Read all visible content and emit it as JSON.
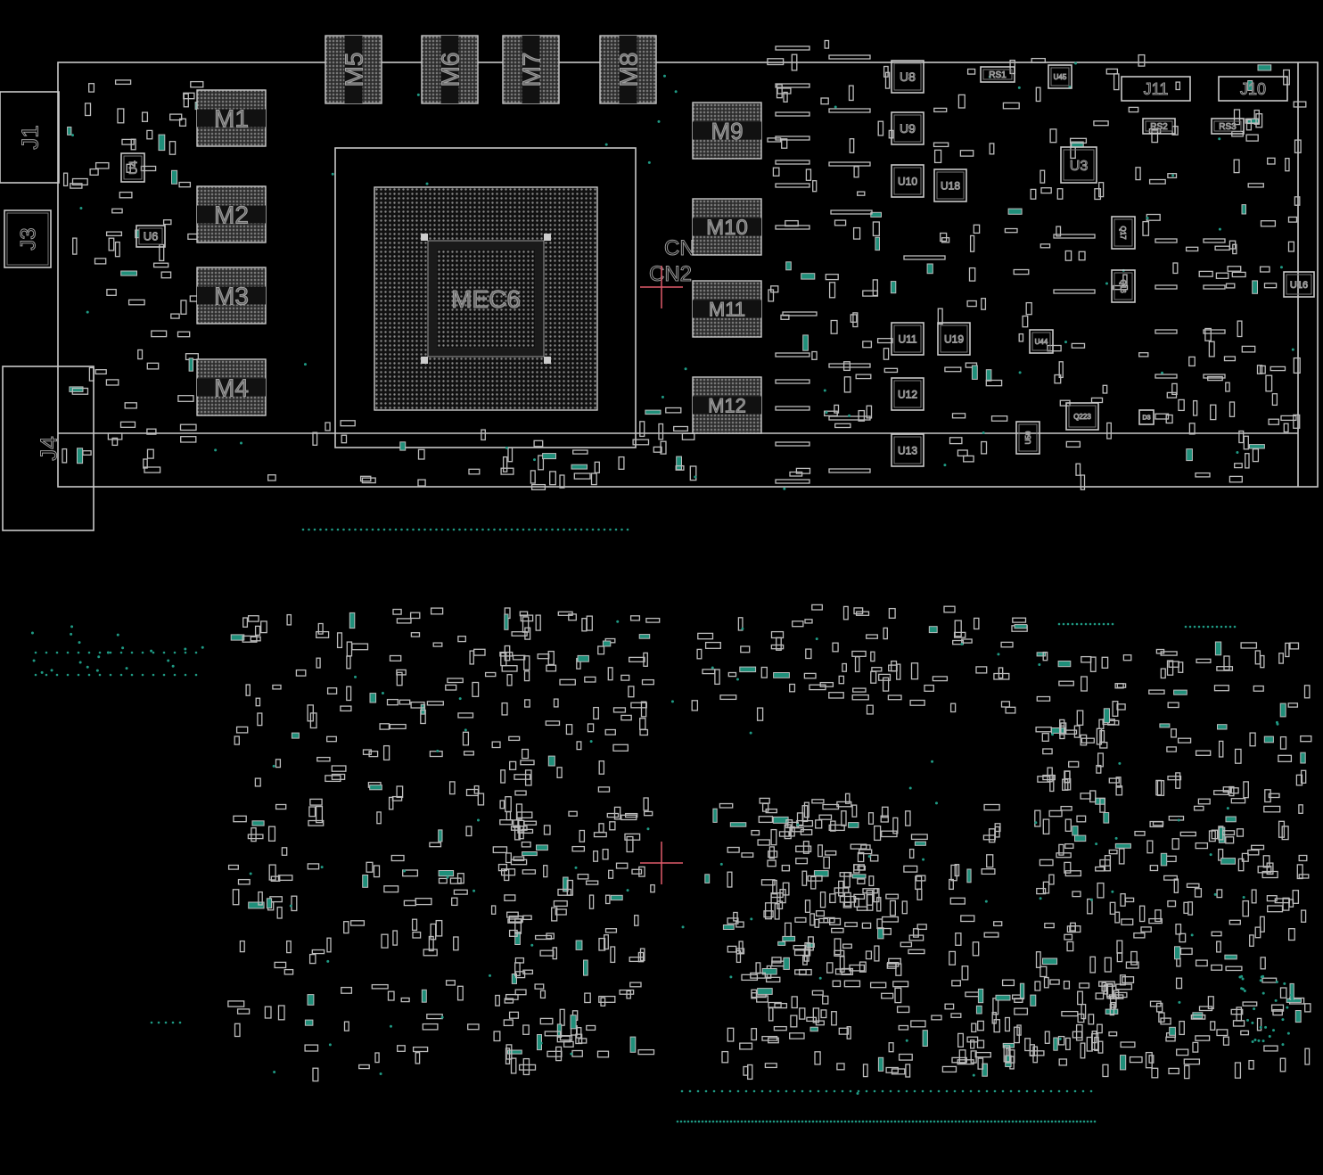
{
  "viewer": {
    "top_side": {
      "main_chip": "MEC6",
      "connectors": [
        "J1",
        "J3",
        "J4",
        "J11",
        "J10",
        "CN1",
        "CN2"
      ],
      "memory": [
        "M1",
        "M2",
        "M3",
        "M4",
        "M5",
        "M6",
        "M7",
        "M8",
        "M9",
        "M10",
        "M11",
        "M12"
      ],
      "ics": [
        "U4",
        "U6",
        "U8",
        "U9",
        "U10",
        "U18",
        "U3",
        "U11",
        "U19",
        "U12",
        "U13",
        "U44",
        "U45",
        "U16",
        "U50"
      ],
      "transistors": [
        "Q17",
        "Q16",
        "Q223"
      ],
      "resistors": [
        "RS1",
        "RS2",
        "RS3"
      ],
      "diodes": [
        "D3"
      ]
    },
    "colors": {
      "background": "#000000",
      "outline": "#c8c8c8",
      "via": "#1f9a84",
      "crosshair": "#e05a6a"
    }
  }
}
